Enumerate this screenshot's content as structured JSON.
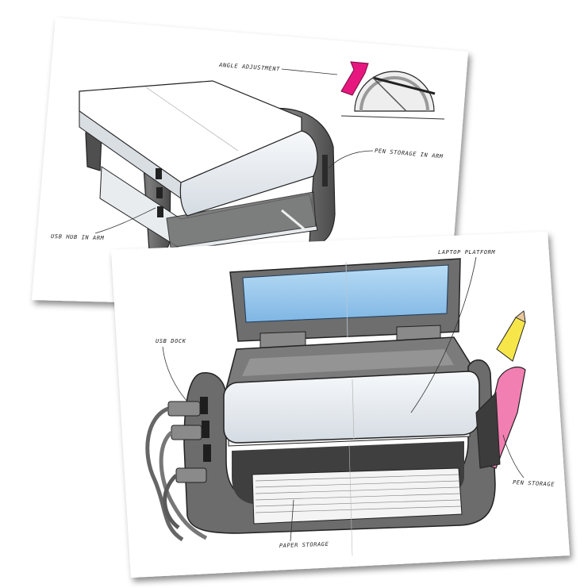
{
  "sheets": {
    "back": {
      "callouts": {
        "angle_adjustment": "ANGLE ADJUSTMENT",
        "pen_storage_in_arm": "PEN STORAGE IN ARM",
        "usb_hub_in_arm": "USB HUB IN ARM"
      }
    },
    "front": {
      "callouts": {
        "laptop_platform": "LAPTOP PLATFORM",
        "usb_dock": "USB DOCK",
        "pen_storage": "PEN STORAGE",
        "paper_storage": "PAPER STORAGE"
      }
    }
  },
  "colors": {
    "accent_magenta": "#e6187f",
    "screen_blue": "#8ec3ea",
    "pencil_yellow": "#f6e64a",
    "pen_pink": "#f27fb2",
    "body_gray": "#6f6f6f",
    "dark_gray": "#4a4a4a",
    "platform_light": "#e9eef3"
  }
}
